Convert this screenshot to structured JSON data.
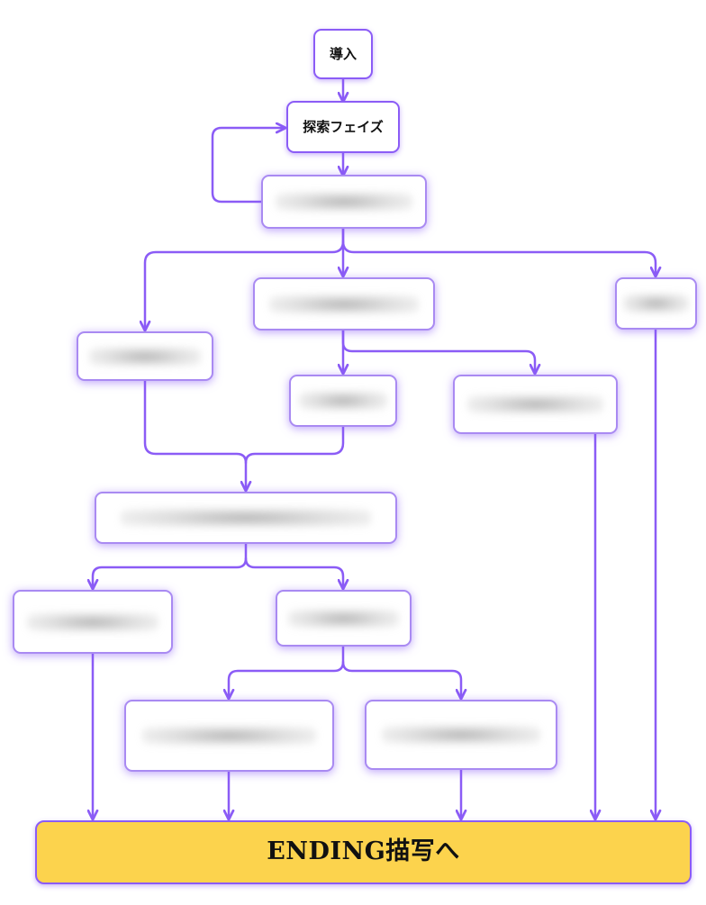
{
  "nodes": {
    "intro": {
      "label": "導入"
    },
    "explore": {
      "label": "探索フェイズ"
    },
    "ending": {
      "label": "ENDING描写へ"
    }
  },
  "colors": {
    "line": "#8b5cf6",
    "ending_fill": "#fcd34d",
    "node_fill": "#ffffff"
  }
}
